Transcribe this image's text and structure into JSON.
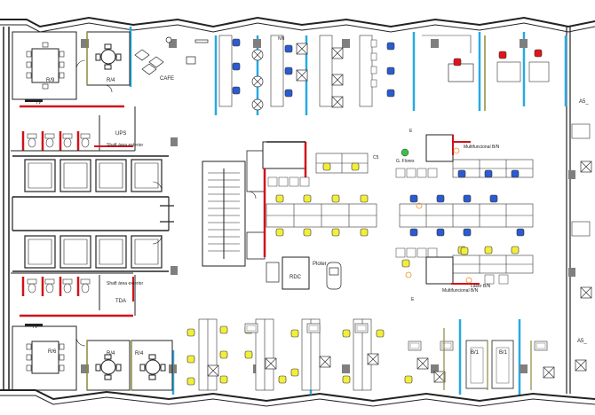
{
  "labels": {
    "ups": "UPS",
    "shaft_top": "Shaft área exterior",
    "shaft_bottom": "Shaft área exterior",
    "tda": "TDA",
    "tv_top": "TV",
    "tv_bottom": "TV",
    "rs_top": "R/9",
    "r4_top": "R/4",
    "cafe": "CAFE",
    "rs_bottom": "R/6",
    "r4_bottom_a": "R/4",
    "r4_bottom_b": "R/4",
    "g_flores": "G. Flores",
    "multifuncional_top": "Multifuncional B/N",
    "multifuncional_bottom": "Multifuncional B/N",
    "laser_bn": "Laser B/N",
    "ploter": "Ploter",
    "rdc": "RDC",
    "b1_a": "B/1",
    "b1_b": "B/1",
    "a5_top": "A5_",
    "a5_bottom": "A5_",
    "c5": "C5",
    "e_top": "E",
    "e_bottom": "E",
    "nn": "NN"
  },
  "colors": {
    "wall": "#222222",
    "glass": "#29a9e0",
    "red_wall": "#d0121b",
    "olive": "#8a8a3a",
    "chair_yellow": "#f2ee3c",
    "chair_blue": "#2a5bd0",
    "chair_red": "#e0141b",
    "chair_green": "#3cc04a",
    "chair_orange": "#f08a2a",
    "column": "#7f7f7f"
  },
  "icons": [
    "door-swing-icon",
    "toilet-icon",
    "chair-icon",
    "table-icon",
    "stair-icon",
    "desk-icon",
    "car-icon",
    "fixture-x-icon"
  ]
}
